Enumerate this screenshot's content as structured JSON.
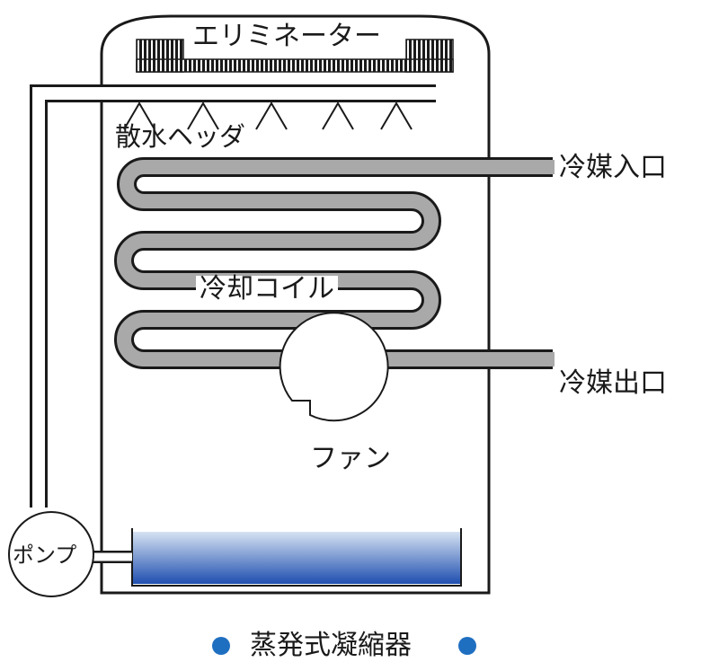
{
  "labels": {
    "eliminator": "エリミネーター",
    "spray_header": "散水ヘッダ",
    "refrigerant_in": "冷媒入口",
    "refrigerant_out": "冷媒出口",
    "cooling_coil": "冷却コイル",
    "fan": "ファン",
    "pump": "ポンプ"
  },
  "caption": "蒸発式凝縮器",
  "colors": {
    "line": "#1a1a1a",
    "coil_fill": "#a9a9a9",
    "water_top": "#d6e2f2",
    "water_bottom": "#1f4fb0",
    "bullet": "#1f6fc1"
  }
}
